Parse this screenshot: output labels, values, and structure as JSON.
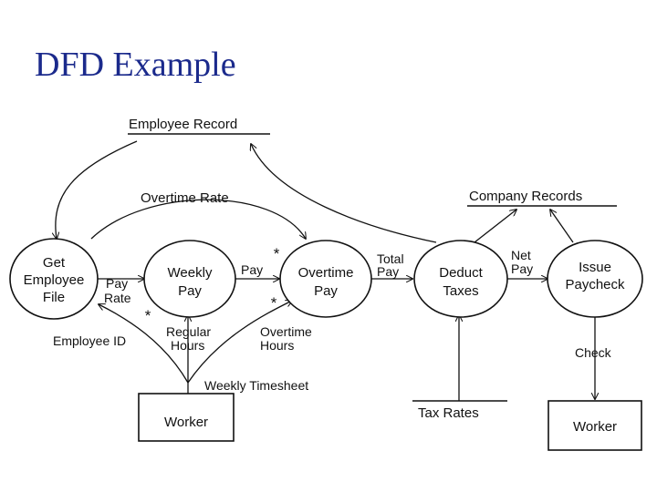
{
  "title": "DFD Example",
  "processes": {
    "get_employee_file": [
      "Get",
      "Employee",
      "File"
    ],
    "weekly_pay": [
      "Weekly",
      "Pay"
    ],
    "overtime_pay": [
      "Overtime",
      "Pay"
    ],
    "deduct_taxes": [
      "Deduct",
      "Taxes"
    ],
    "issue_paycheck": [
      "Issue",
      "Paycheck"
    ]
  },
  "stores": {
    "employee_record": "Employee Record",
    "company_records": "Company Records",
    "tax_rates": "Tax Rates"
  },
  "entities": {
    "worker_left": "Worker",
    "worker_right": "Worker"
  },
  "flows": {
    "overtime_rate": "Overtime Rate",
    "pay_rate": [
      "Pay",
      "Rate"
    ],
    "pay": "Pay",
    "total_pay": [
      "Total",
      "Pay"
    ],
    "net_pay": [
      "Net",
      "Pay"
    ],
    "employee_id": "Employee ID",
    "regular_hours": [
      "Regular",
      "Hours"
    ],
    "overtime_hours": [
      "Overtime",
      "Hours"
    ],
    "weekly_timesheet": "Weekly Timesheet",
    "check": "Check"
  },
  "markers": {
    "star": "*"
  }
}
